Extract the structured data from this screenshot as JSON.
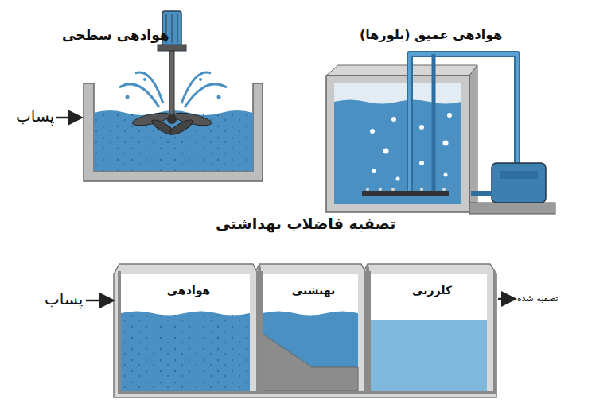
{
  "diagram": {
    "title": "تصفیه فاضلاب بهداشتی",
    "nodes": [
      {
        "text": [
          "هوادهی"
        ]
      },
      {
        "text": [
          "تهنشنی"
        ]
      },
      {
        "text": [
          "کلرزنی"
        ]
      }
    ],
    "edges": [
      {
        "from": 0,
        "to": 1,
        "arrow": "none"
      },
      {
        "from": 1,
        "to": 2,
        "arrow": "none"
      }
    ],
    "labels": [
      "هوادهی سطحی",
      "پساب",
      "هوادهی عمیق (بلورها)",
      "پساب",
      "تصفیه شده"
    ]
  }
}
